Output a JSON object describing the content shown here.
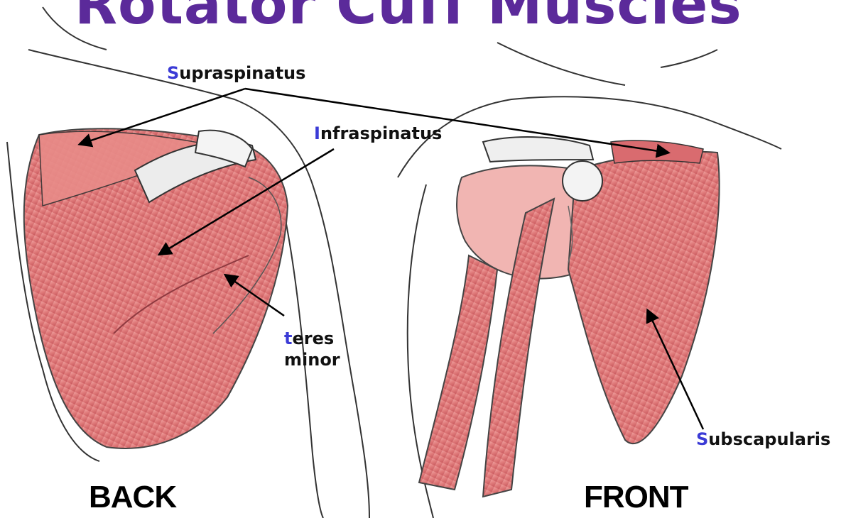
{
  "title": "Rotator Cuff Muscles",
  "colors": {
    "title": "#5b2a9a",
    "initial": "#3b3bd6",
    "muscle": "#e07b7b",
    "outline": "#333333"
  },
  "labels": {
    "supraspinatus": {
      "first": "S",
      "rest": "upraspinatus"
    },
    "infraspinatus": {
      "first": "I",
      "rest": "nfraspinatus"
    },
    "teres_minor": {
      "first": "t",
      "rest": "eres",
      "line2": "minor"
    },
    "subscapularis": {
      "first": "S",
      "rest": "ubscapularis"
    }
  },
  "views": {
    "back": "BACK",
    "front": "FRONT"
  }
}
